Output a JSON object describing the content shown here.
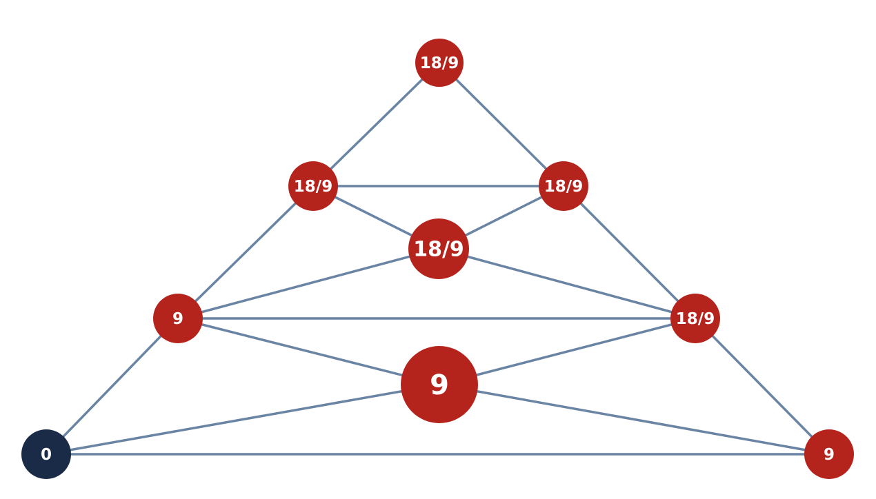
{
  "colors": {
    "edge": "#6a84a4",
    "node_red": "#b5241c",
    "node_navy": "#1a2b47",
    "label": "#ffffff"
  },
  "nodes": [
    {
      "id": "top",
      "label": "18/9",
      "color": "#b5241c"
    },
    {
      "id": "upper-left",
      "label": "18/9",
      "color": "#b5241c"
    },
    {
      "id": "upper-right",
      "label": "18/9",
      "color": "#b5241c"
    },
    {
      "id": "center-upper",
      "label": "18/9",
      "color": "#b5241c"
    },
    {
      "id": "mid-left",
      "label": "9",
      "color": "#b5241c"
    },
    {
      "id": "mid-right",
      "label": "18/9",
      "color": "#b5241c"
    },
    {
      "id": "center-lower",
      "label": "9",
      "color": "#b5241c"
    },
    {
      "id": "bottom-left",
      "label": "0",
      "color": "#1a2b47"
    },
    {
      "id": "bottom-right",
      "label": "9",
      "color": "#b5241c"
    }
  ],
  "edges": [
    [
      "top",
      "upper-left"
    ],
    [
      "top",
      "upper-right"
    ],
    [
      "upper-left",
      "upper-right"
    ],
    [
      "upper-left",
      "center-upper"
    ],
    [
      "upper-right",
      "center-upper"
    ],
    [
      "upper-left",
      "mid-left"
    ],
    [
      "upper-right",
      "mid-right"
    ],
    [
      "center-upper",
      "mid-left"
    ],
    [
      "center-upper",
      "mid-right"
    ],
    [
      "mid-left",
      "mid-right"
    ],
    [
      "mid-left",
      "center-lower"
    ],
    [
      "mid-right",
      "center-lower"
    ],
    [
      "mid-left",
      "bottom-left"
    ],
    [
      "mid-right",
      "bottom-right"
    ],
    [
      "bottom-left",
      "center-lower"
    ],
    [
      "center-lower",
      "bottom-right"
    ],
    [
      "bottom-left",
      "bottom-right"
    ]
  ]
}
